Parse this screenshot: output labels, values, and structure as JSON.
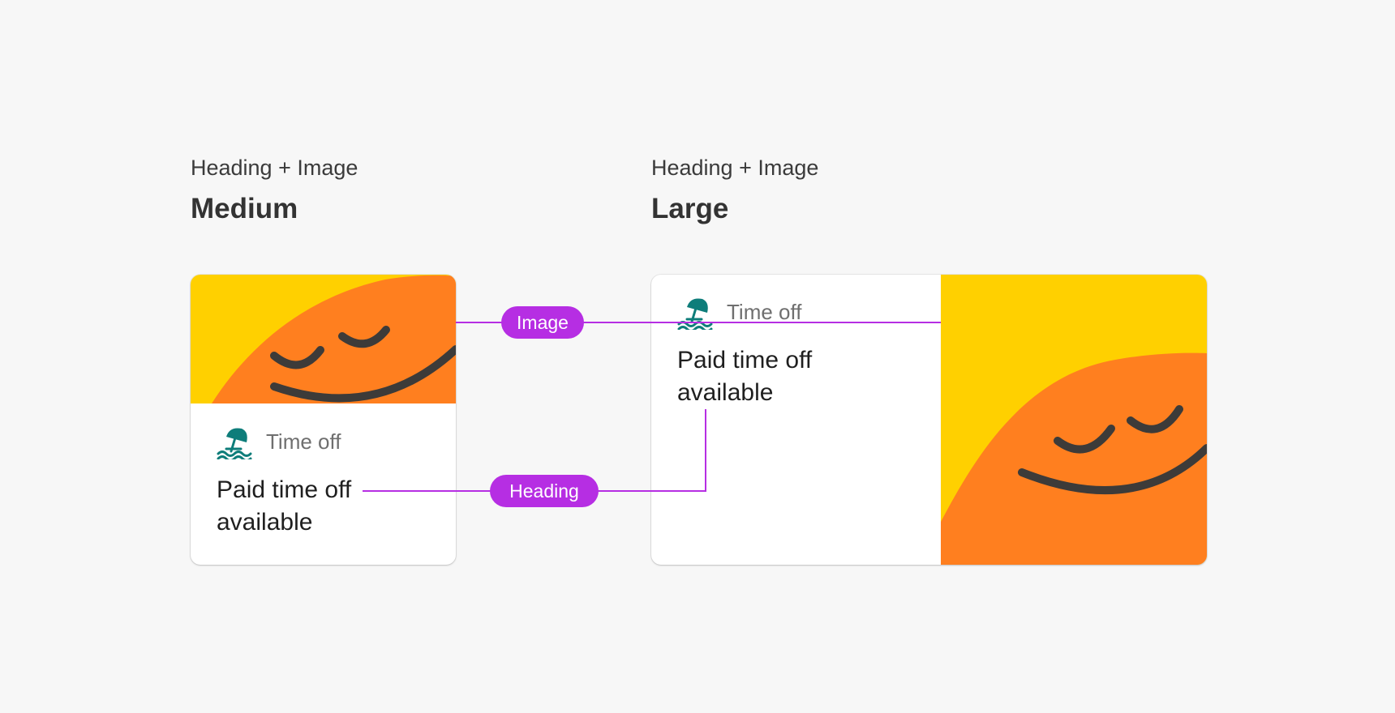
{
  "colors": {
    "background": "#f7f7f7",
    "card": "#ffffff",
    "illustration_yellow": "#ffd000",
    "illustration_orange": "#ff7f1f",
    "illustration_line": "#3d3b39",
    "icon_teal": "#0e7d7a",
    "annotation_purple": "#b62ee3"
  },
  "groups": [
    {
      "subtitle": "Heading + Image",
      "title": "Medium",
      "card": {
        "image_name": "smiling-sun-illustration",
        "icon": "beach-umbrella-icon",
        "label": "Time off",
        "heading_lines": [
          "Paid time off",
          "available"
        ]
      }
    },
    {
      "subtitle": "Heading + Image",
      "title": "Large",
      "card": {
        "image_name": "smiling-sun-illustration",
        "icon": "beach-umbrella-icon",
        "label": "Time off",
        "heading_lines": [
          "Paid time off",
          "available"
        ]
      }
    }
  ],
  "annotations": {
    "image_label": "Image",
    "heading_label": "Heading"
  }
}
